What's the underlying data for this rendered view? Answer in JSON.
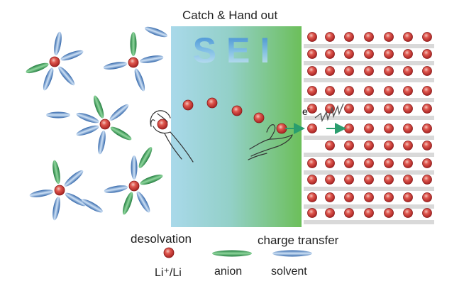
{
  "diagram": {
    "header": "Catch & Hand out",
    "sei_label": "SEI",
    "electron_label": "e",
    "electron_sup": "-",
    "step1": "desolvation",
    "step2": "charge transfer",
    "legend": {
      "li": "Li⁺/Li",
      "anion": "anion",
      "solvent": "solvent"
    },
    "colors": {
      "li_red": "#cc2b2b",
      "anion_green": "#3da85a",
      "solvent_blue": "#5f95d3",
      "sei_left": "#a9d9ea",
      "sei_right": "#6cbf5a",
      "layer_gray": "#d9d9d9",
      "arrow_teal": "#2a9d6e"
    }
  }
}
